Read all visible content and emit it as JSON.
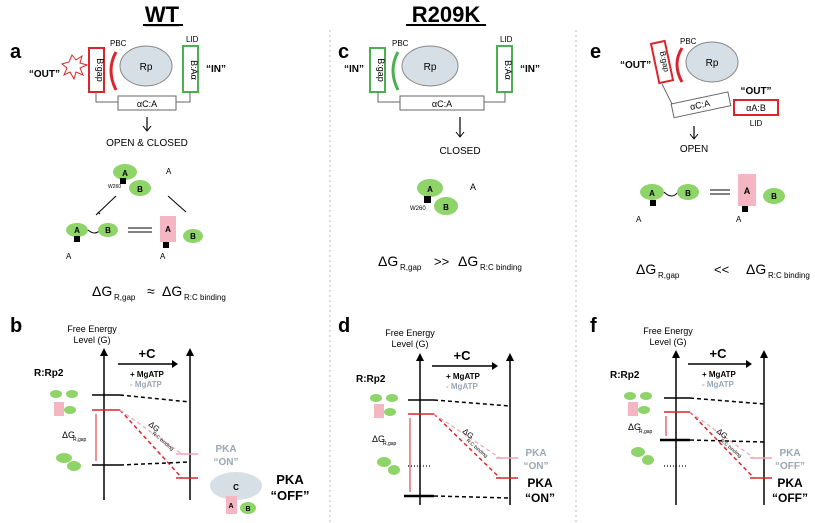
{
  "headers": {
    "wt": "WT",
    "r209k": "R209K"
  },
  "panel_letters": [
    "a",
    "b",
    "c",
    "d",
    "e",
    "f"
  ],
  "labels": {
    "out": "“OUT”",
    "in": "“IN”",
    "pbc": "PBC",
    "lid": "LID",
    "rp": "Rp",
    "ac_a": "αC:A",
    "ab_a": "αA:B",
    "bgap": "B:gap",
    "ab_b": "B:Aα"
  },
  "states": {
    "open_closed": "OPEN & CLOSED",
    "closed": "CLOSED",
    "open": "OPEN"
  },
  "domain_letters": {
    "a": "A",
    "b": "B",
    "c": "C"
  },
  "residue": "W260",
  "species": {
    "aon_bon": "A",
    "on": "on",
    "b": "B",
    "dash": "-",
    "off": "off"
  },
  "energy": {
    "title_line1": "Free Energy",
    "title_line2": "Level (G)",
    "plus_c": "+C",
    "mgatp_plus": "+ MgATP",
    "mgatp_minus": "- MgATP",
    "rrp2": "R:Rp2",
    "dg": "ΔG",
    "gap_sub": "R,gap",
    "binding_sub": "R:C binding",
    "pka": "PKA",
    "on": "“ON”",
    "off": "“OFF”"
  },
  "relations": {
    "approx": "≈",
    "gg": ">>",
    "ll": "<<"
  },
  "colors": {
    "red": "#d9262e",
    "green": "#4caf50",
    "green_fill": "#8fd468",
    "pink": "#f4b6c2",
    "grey_fill": "#d6dee6",
    "grey_text": "#9aa7b3",
    "pink_line": "#f2a3b3"
  }
}
